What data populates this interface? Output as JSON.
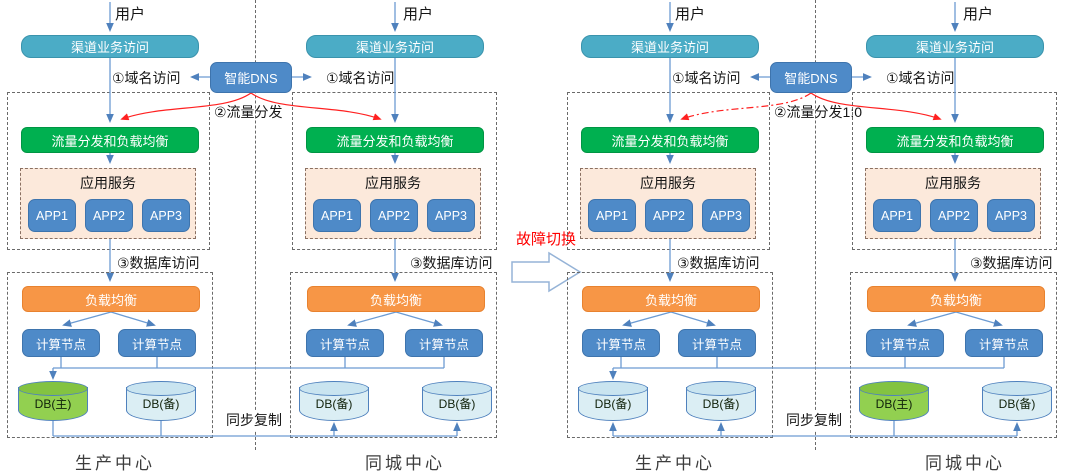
{
  "colors": {
    "teal": "#4BACC6",
    "green": "#00B050",
    "orange": "#F79646",
    "node_blue": "#4E8AC8",
    "db_primary_fill": "#92D050",
    "db_standby_fill": "#DBEEF4",
    "connector_blue": "#4F81BD",
    "arrow_red": "#FF2020"
  },
  "labels": {
    "user": "用户",
    "channel_access": "渠道业务访问",
    "smart_dns": "智能DNS",
    "domain_access": "①域名访问",
    "traffic_lb": "流量分发和负载均衡",
    "app_service": "应用服务",
    "apps": [
      "APP1",
      "APP2",
      "APP3"
    ],
    "db_access": "③数据库访问",
    "load_balance": "负载均衡",
    "compute_node": "计算节点",
    "sync_replication": "同步复制",
    "failover": "故障切换"
  },
  "left_diagram": {
    "traffic_distribution": "②流量分发",
    "production": {
      "name": "生产中心",
      "db1": "DB(主)",
      "db2": "DB(备)"
    },
    "same_city": {
      "name": "同城中心",
      "db1": "DB(备)",
      "db2": "DB(备)"
    }
  },
  "right_diagram": {
    "traffic_distribution": "②流量分发1:0",
    "production": {
      "name": "生产中心",
      "db1": "DB(备)",
      "db2": "DB(备)"
    },
    "same_city": {
      "name": "同城中心",
      "db1": "DB(主)",
      "db2": "DB(备)"
    }
  }
}
